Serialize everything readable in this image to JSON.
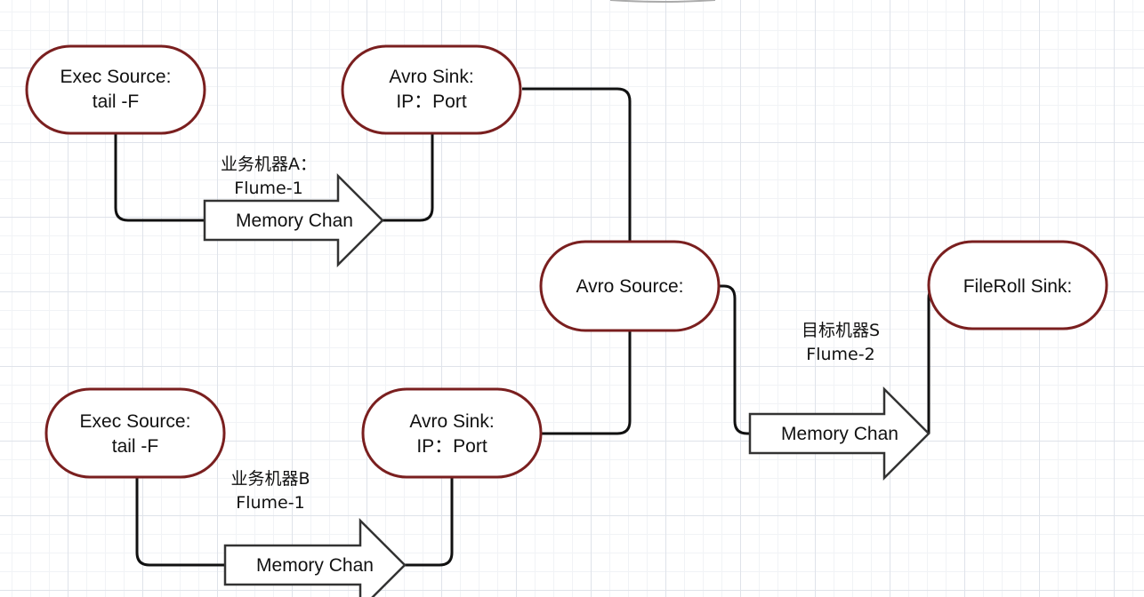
{
  "nodes": {
    "exec_a": {
      "line1": "Exec Source:",
      "line2": "tail -F"
    },
    "avro_sink_a": {
      "line1": "Avro Sink:",
      "line2": "IP：Port"
    },
    "exec_b": {
      "line1": "Exec Source:",
      "line2": "tail -F"
    },
    "avro_sink_b": {
      "line1": "Avro Sink:",
      "line2": "IP：Port"
    },
    "avro_source": {
      "line1": "Avro Source:"
    },
    "fileroll_sink": {
      "line1": "FileRoll Sink:"
    }
  },
  "channels": {
    "a": "Memory Chan",
    "b": "Memory Chan",
    "s": "Memory Chan"
  },
  "labels": {
    "machine_a": {
      "line1": "业务机器A：",
      "line2": "Flume-1"
    },
    "machine_b": {
      "line1": "业务机器B",
      "line2": "Flume-1"
    },
    "machine_s": {
      "line1": "目标机器S",
      "line2": "Flume-2"
    }
  },
  "colors": {
    "node_border": "#7a1f1f",
    "edge": "#111111",
    "arrow_border": "#333333"
  }
}
